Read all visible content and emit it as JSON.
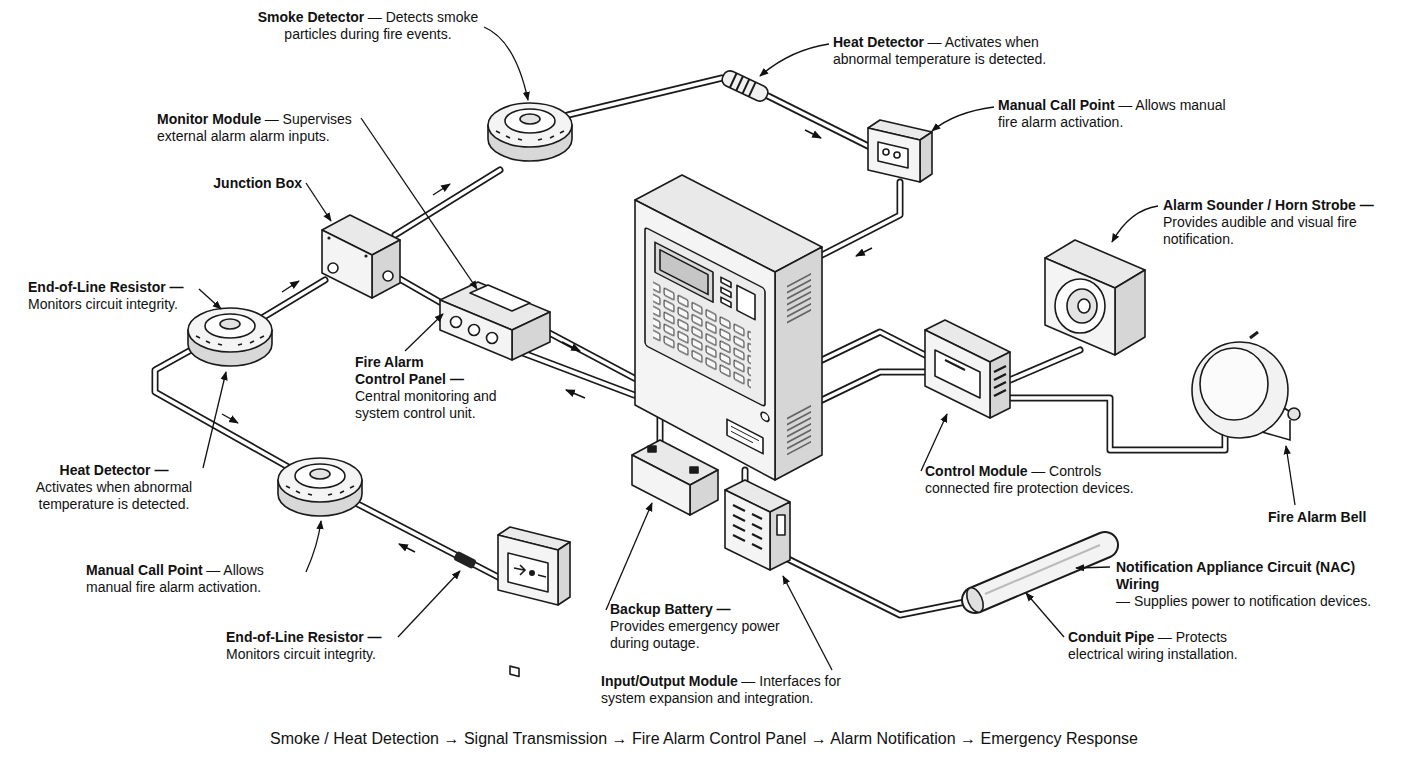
{
  "diagram": {
    "caption": "Smoke / Heat Detection → Signal Transmission → Fire Alarm Control Panel → Alarm Notification → Emergency Response",
    "labels": [
      "Smoke Detector",
      "— Detects smoke particles during fire events.",
      "Heat Detector",
      "— Activates when abnormal temperature is detected.",
      "Monitor Module",
      "— Supervises external alarm alarm inputs.",
      "Manual Call Point",
      "— Allows manual fire alarm activation.",
      "Junction Box",
      "Alarm Sounder / Horn Strobe —",
      "Provides audible and visual fire notification.",
      "End-of-Line Resistor —",
      "Monitors circuit integrity.",
      "Fire Alarm Control Panel —",
      "Central monitoring and system control unit.",
      "Heat Detector —",
      "Activates when abnormal temperature is detected.",
      "Control Module",
      "— Controls connected fire protection devices.",
      "Fire Alarm Bell",
      "Manual Call Point",
      "— Allows manual fire alarm activation.",
      "Notification Appliance Circuit (NAC) Wiring",
      "— Supplies power to notification devices.",
      "End-of-Line Resistor —",
      "Monitors circuit integrity.",
      "Backup Battery —",
      "Provides emergency power during outage.",
      "Conduit Pipe",
      "— Protects electrical wiring installation.",
      "Input/Output Module",
      "— Interfaces for system expansion and integration."
    ]
  }
}
